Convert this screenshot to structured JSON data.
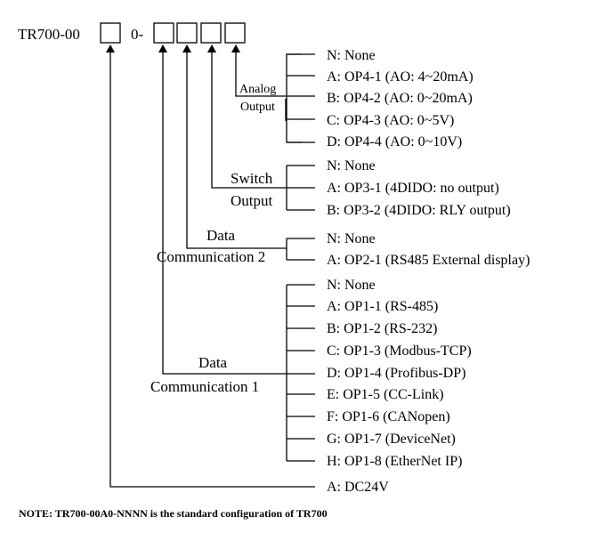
{
  "model": {
    "prefix": "TR700-00",
    "separator": "0-"
  },
  "groups": {
    "analog_output": {
      "label_line1": "Analog",
      "label_line2": "Output",
      "options": [
        "N: None",
        "A: OP4-1 (AO: 4~20mA)",
        "B: OP4-2 (AO: 0~20mA)",
        "C: OP4-3 (AO: 0~5V)",
        "D: OP4-4 (AO: 0~10V)"
      ]
    },
    "switch_output": {
      "label_line1": "Switch",
      "label_line2": "Output",
      "options": [
        "N: None",
        "A: OP3-1 (4DIDO: no output)",
        "B: OP3-2 (4DIDO: RLY output)"
      ]
    },
    "data_comm_2": {
      "label_line1": "Data",
      "label_line2": "Communication 2",
      "options": [
        "N: None",
        "A: OP2-1 (RS485 External display)"
      ]
    },
    "data_comm_1": {
      "label_line1": "Data",
      "label_line2": "Communication 1",
      "options": [
        "N: None",
        "A: OP1-1 (RS-485)",
        "B: OP1-2 (RS-232)",
        "C: OP1-3 (Modbus-TCP)",
        "D: OP1-4 (Profibus-DP)",
        "E: OP1-5 (CC-Link)",
        "F: OP1-6 (CANopen)",
        "G: OP1-7 (DeviceNet)",
        "H: OP1-8 (EtherNet IP)"
      ]
    },
    "power": {
      "options": [
        "A: DC24V"
      ]
    }
  },
  "note": "NOTE: TR700-00A0-NNNN is the standard configuration of TR700"
}
